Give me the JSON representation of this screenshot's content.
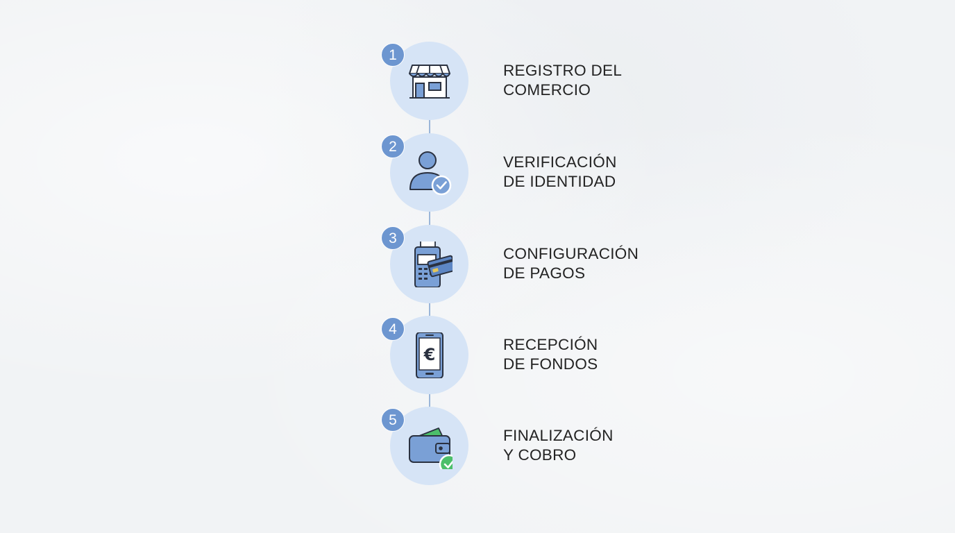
{
  "steps": [
    {
      "number": "1",
      "label_line1": "REGISTRO DEL",
      "label_line2": "COMERCIO",
      "icon": "storefront-icon"
    },
    {
      "number": "2",
      "label_line1": "VERIFICACIÓN",
      "label_line2": "DE IDENTIDAD",
      "icon": "user-check-icon"
    },
    {
      "number": "3",
      "label_line1": "CONFIGURACIÓN",
      "label_line2": "DE PAGOS",
      "icon": "card-terminal-icon"
    },
    {
      "number": "4",
      "label_line1": "RECEPCIÓN",
      "label_line2": "DE FONDOS",
      "icon": "phone-euro-icon"
    },
    {
      "number": "5",
      "label_line1": "FINALIZACIÓN",
      "label_line2": "Y COBRO",
      "icon": "wallet-check-icon"
    }
  ],
  "colors": {
    "background": "#f1f3f5",
    "circle": "#d6e4f6",
    "badge": "#6d96d0",
    "connector": "#9bb6d8",
    "icon_fill": "#7aa0d6",
    "icon_stroke": "#2a3140",
    "check_green": "#4cbf6a"
  }
}
